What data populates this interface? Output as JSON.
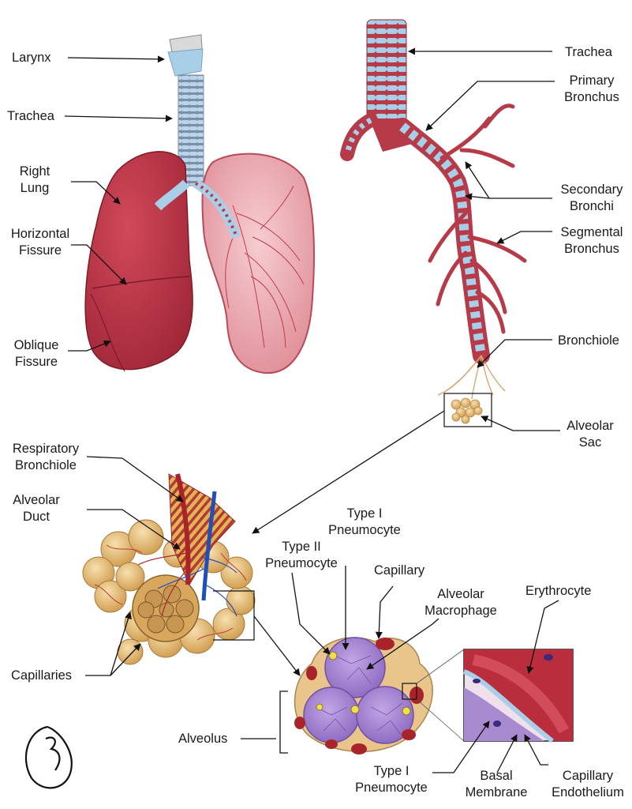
{
  "labels": {
    "larynx": "Larynx",
    "trachea_left": "Trachea",
    "right_lung": "Right\nLung",
    "horizontal_fissure": "Horizontal\nFissure",
    "oblique_fissure": "Oblique\nFissure",
    "trachea_right": "Trachea",
    "primary_bronchus": "Primary\nBronchus",
    "secondary_bronchi": "Secondary\nBronchi",
    "segmental_bronchus": "Segmental\nBronchus",
    "bronchiole": "Bronchiole",
    "alveolar_sac": "Alveolar\nSac",
    "respiratory_bronchiole": "Respiratory\nBronchiole",
    "alveolar_duct": "Alveolar\nDuct",
    "capillaries": "Capillaries",
    "type1_pneumocyte_top": "Type I\nPneumocyte",
    "type2_pneumocyte": "Type II\nPneumocyte",
    "capillary": "Capillary",
    "alveolar_macrophage": "Alveolar\nMacrophage",
    "erythrocyte": "Erythrocyte",
    "alveolus": "Alveolus",
    "type1_pneumocyte_bottom": "Type I\nPneumocyte",
    "basal_membrane": "Basal\nMembrane",
    "capillary_endothelium": "Capillary\nEndothelium"
  },
  "colors": {
    "lung_red": "#b8303f",
    "lung_pink": "#e9a3aa",
    "cartilage_blue": "#a9cfe8",
    "alveolar_tan": "#e7c07c",
    "alveolus_purple": "#a88ad0",
    "vein_blue": "#1f4fb8"
  }
}
